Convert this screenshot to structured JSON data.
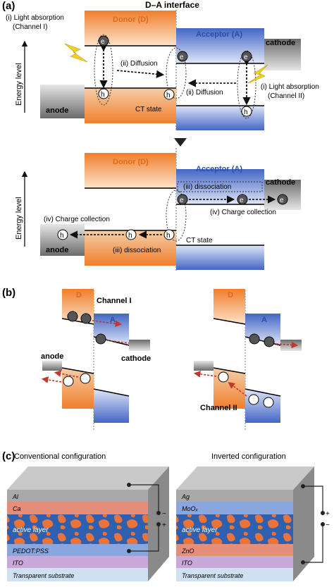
{
  "panel_a": {
    "tag": "(a)",
    "title": "D–A interface",
    "y_axis": "Energy level",
    "donor": "Donor (D)",
    "acceptor": "Acceptor (A)",
    "cathode": "cathode",
    "anode": "anode",
    "light_abs_1_line1": "(i) Light absorption",
    "light_abs_1_line2": "(Channel I)",
    "light_abs_2_line1": "(i) Light absorption",
    "light_abs_2_line2": "(Channel II)",
    "diffusion": "(ii) Diffusion",
    "ct_state": "CT state",
    "dissociation": "(iii) dissociation",
    "charge_collection": "(iv) Charge collection",
    "electron": "e",
    "hole": "h"
  },
  "panel_b": {
    "tag": "(b)",
    "d": "D",
    "a": "A",
    "channel_1": "Channel I",
    "channel_2": "Channel II",
    "anode": "anode",
    "cathode": "cathode"
  },
  "panel_c": {
    "tag": "(c)",
    "conventional": {
      "title": "Conventional configuration",
      "layers": [
        "Al",
        "Ca",
        "active layer",
        "PEDOT:PSS",
        "ITO",
        "Transparent substrate"
      ]
    },
    "inverted": {
      "title": "Inverted configuration",
      "layers": [
        "Ag",
        "MoOₓ",
        "active layer",
        "ZnO",
        "ITO",
        "Transparent substrate"
      ]
    },
    "minus": "−",
    "plus": "+"
  },
  "colors": {
    "donor": "#f28a3c",
    "acceptor": "#4a6fc7",
    "electrode": "#9a9a9a",
    "arrow_red": "#c0392b"
  }
}
